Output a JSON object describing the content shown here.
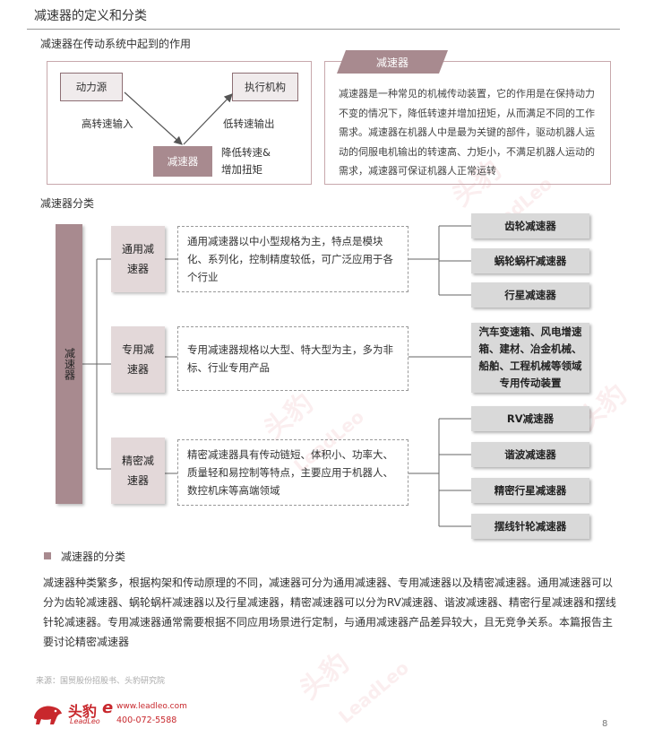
{
  "header": {
    "title": "减速器的定义和分类"
  },
  "role_section": {
    "title": "减速器在传动系统中起到的作用",
    "power_source": "动力源",
    "actuator": "执行机构",
    "reducer": "减速器",
    "high_speed_input": "高转速输入",
    "low_speed_output": "低转速输出",
    "reduce_speed_line1": "降低转速&",
    "reduce_speed_line2": "增加扭矩"
  },
  "definition": {
    "tag": "减速器",
    "text": "减速器是一种常见的机械传动装置，它的作用是在保持动力不变的情况下，降低转速并增加扭矩，从而满足不同的工作需求。减速器在机器人中是最为关键的部件，驱动机器人运动的伺服电机输出的转速高、力矩小，不满足机器人运动的需求，减速器可保证机器人正常运转"
  },
  "classification": {
    "title": "减速器分类",
    "root": "减速器",
    "categories": [
      {
        "name": "通用减速器",
        "description": "通用减速器以中小型规格为主，特点是模块化、系列化，控制精度较低，可广泛应用于各个行业",
        "children": [
          "齿轮减速器",
          "蜗轮蜗杆减速器",
          "行星减速器"
        ]
      },
      {
        "name": "专用减速器",
        "description": "专用减速器规格以大型、特大型为主，多为非标、行业专用产品",
        "children": [
          "汽车变速箱、风电增速箱、建材、冶金机械、船舶、工程机械等领域专用传动装置"
        ]
      },
      {
        "name": "精密减速器",
        "description": "精密减速器具有传动链短、体积小、功率大、质量轻和易控制等特点，主要应用于机器人、数控机床等高端领域",
        "children": [
          "RV减速器",
          "谐波减速器",
          "精密行星减速器",
          "摆线针轮减速器"
        ]
      }
    ]
  },
  "summary": {
    "title": "减速器的分类",
    "text": "减速器种类繁多，根据构架和传动原理的不同，减速器可分为通用减速器、专用减速器以及精密减速器。通用减速器可以分为齿轮减速器、蜗轮蜗杆减速器以及行星减速器，精密减速器可以分为RV减速器、谐波减速器、精密行星减速器和摆线针轮减速器。专用减速器通常需要根据不同应用场景进行定制，与通用减速器产品差异较大，且无竞争关系。本篇报告主要讨论精密减速器"
  },
  "footer": {
    "source": "来源：国贸股份招股书、头豹研究院",
    "logo_cn": "头豹",
    "logo_en": "LeadLeo",
    "logo_e": "e",
    "website": "www.leadleo.com",
    "phone": "400-072-5588",
    "page": "8"
  },
  "watermark": {
    "cn": "头豹",
    "en": "LeadLeo"
  },
  "colors": {
    "accent": "#a88a8f",
    "brand_red": "#c8282d",
    "leaf_gray": "#d9d9d9"
  }
}
